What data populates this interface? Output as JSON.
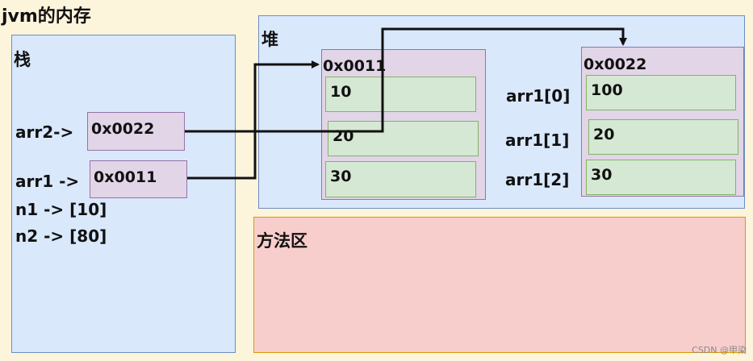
{
  "title": "jvm的内存",
  "stack": {
    "label": "栈",
    "arr2_label": "arr2->",
    "arr2_ref": "0x0022",
    "arr1_label": "arr1 ->",
    "arr1_ref": "0x0011",
    "n1": "n1 -> [10]",
    "n2": "n2 -> [80]"
  },
  "heap": {
    "label": "堆",
    "array_a": {
      "address": "0x0011",
      "cells": [
        "10",
        "20",
        "30"
      ]
    },
    "array_b": {
      "address": "0x0022",
      "cells": [
        "100",
        "20",
        "30"
      ]
    },
    "index_labels": [
      "arr1[0]",
      "arr1[1]",
      "arr1[2]"
    ]
  },
  "method_area": {
    "label": "方法区"
  },
  "watermark": "CSDN @甲染",
  "colors": {
    "stack_fill": "#dae8fc",
    "heap_fill": "#dae8fc",
    "method_fill": "#f8cecc",
    "array_fill": "#e1d5e7",
    "cell_fill": "#d5e8d4"
  }
}
